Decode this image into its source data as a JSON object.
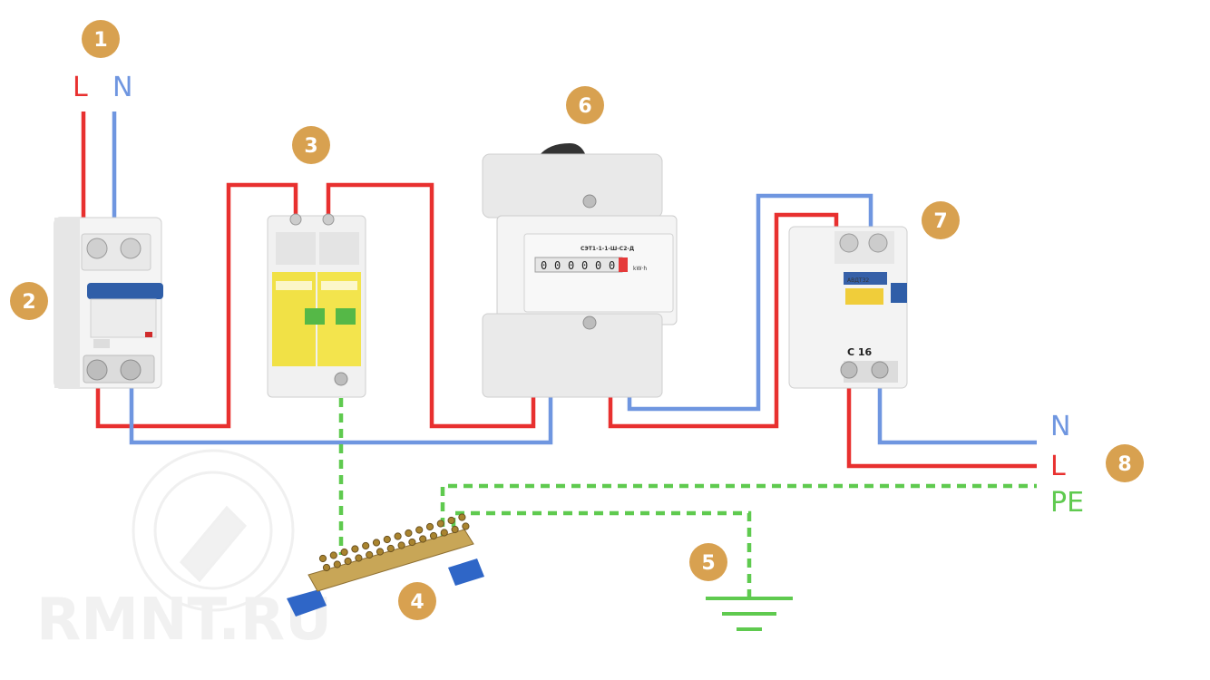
{
  "colors": {
    "line": "#e8302f",
    "neutral": "#6f96e0",
    "earth": "#5fca4f",
    "badge": "#d8a150"
  },
  "badges": [
    "1",
    "2",
    "3",
    "4",
    "5",
    "6",
    "7",
    "8"
  ],
  "input_labels": {
    "line": "L",
    "neutral": "N"
  },
  "output_labels": {
    "neutral": "N",
    "line": "L",
    "earth": "PE"
  },
  "meter": {
    "model": "СЭТ1-1-1-Ш-С2-Д",
    "unit": "kW·h",
    "digits": [
      "0",
      "0",
      "0",
      "0",
      "0",
      "0"
    ]
  },
  "rcbo": {
    "rating": "C 16",
    "brand": "АВДТ32"
  },
  "watermark": "RMNT.RU"
}
